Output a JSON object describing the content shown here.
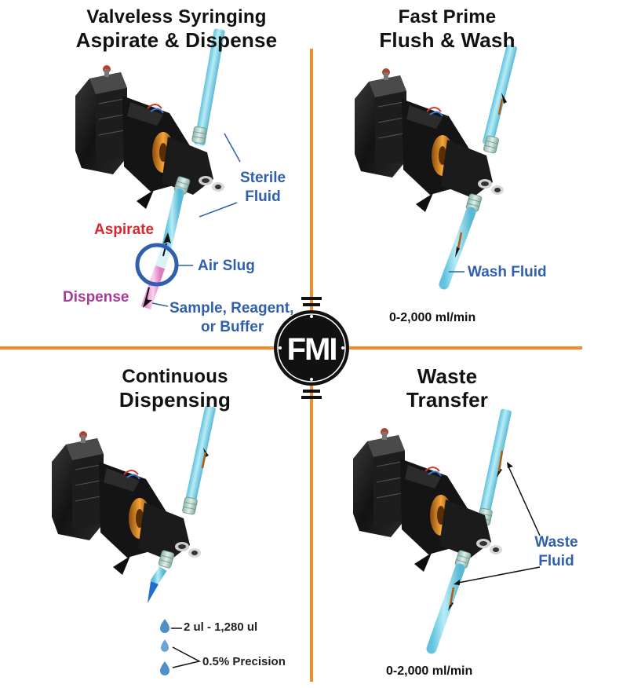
{
  "colors": {
    "divider": "#f28c28",
    "tube": "#8fd9ea",
    "tube_edge": "#3aa9c9",
    "label_blue": "#2f5fae",
    "aspirate_red": "#d7282f",
    "dispense_purple": "#a83a9e",
    "pump_body": "#151515",
    "rotor": "#e08a1c"
  },
  "logo": {
    "text": "FMI"
  },
  "quadrants": {
    "top_left": {
      "title_line1": "Valveless Syringing",
      "title_line2": "Aspirate & Dispense",
      "sterile_line1": "Sterile",
      "sterile_line2": "Fluid",
      "aspirate": "Aspirate",
      "air_slug": "Air Slug",
      "dispense": "Dispense",
      "sample_line1": "Sample, Reagent,",
      "sample_line2": "or Buffer"
    },
    "top_right": {
      "title_line1": "Fast Prime",
      "title_line2": "Flush & Wash",
      "wash_fluid": "Wash Fluid",
      "flow_rate": "0-2,000 ml/min"
    },
    "bottom_left": {
      "title_line1": "Continuous",
      "title_line2": "Dispensing",
      "volume_range": "2 ul - 1,280 ul",
      "precision": "0.5% Precision"
    },
    "bottom_right": {
      "title_line1": "Waste",
      "title_line2": "Transfer",
      "waste_line1": "Waste",
      "waste_line2": "Fluid",
      "flow_rate": "0-2,000 ml/min"
    }
  }
}
